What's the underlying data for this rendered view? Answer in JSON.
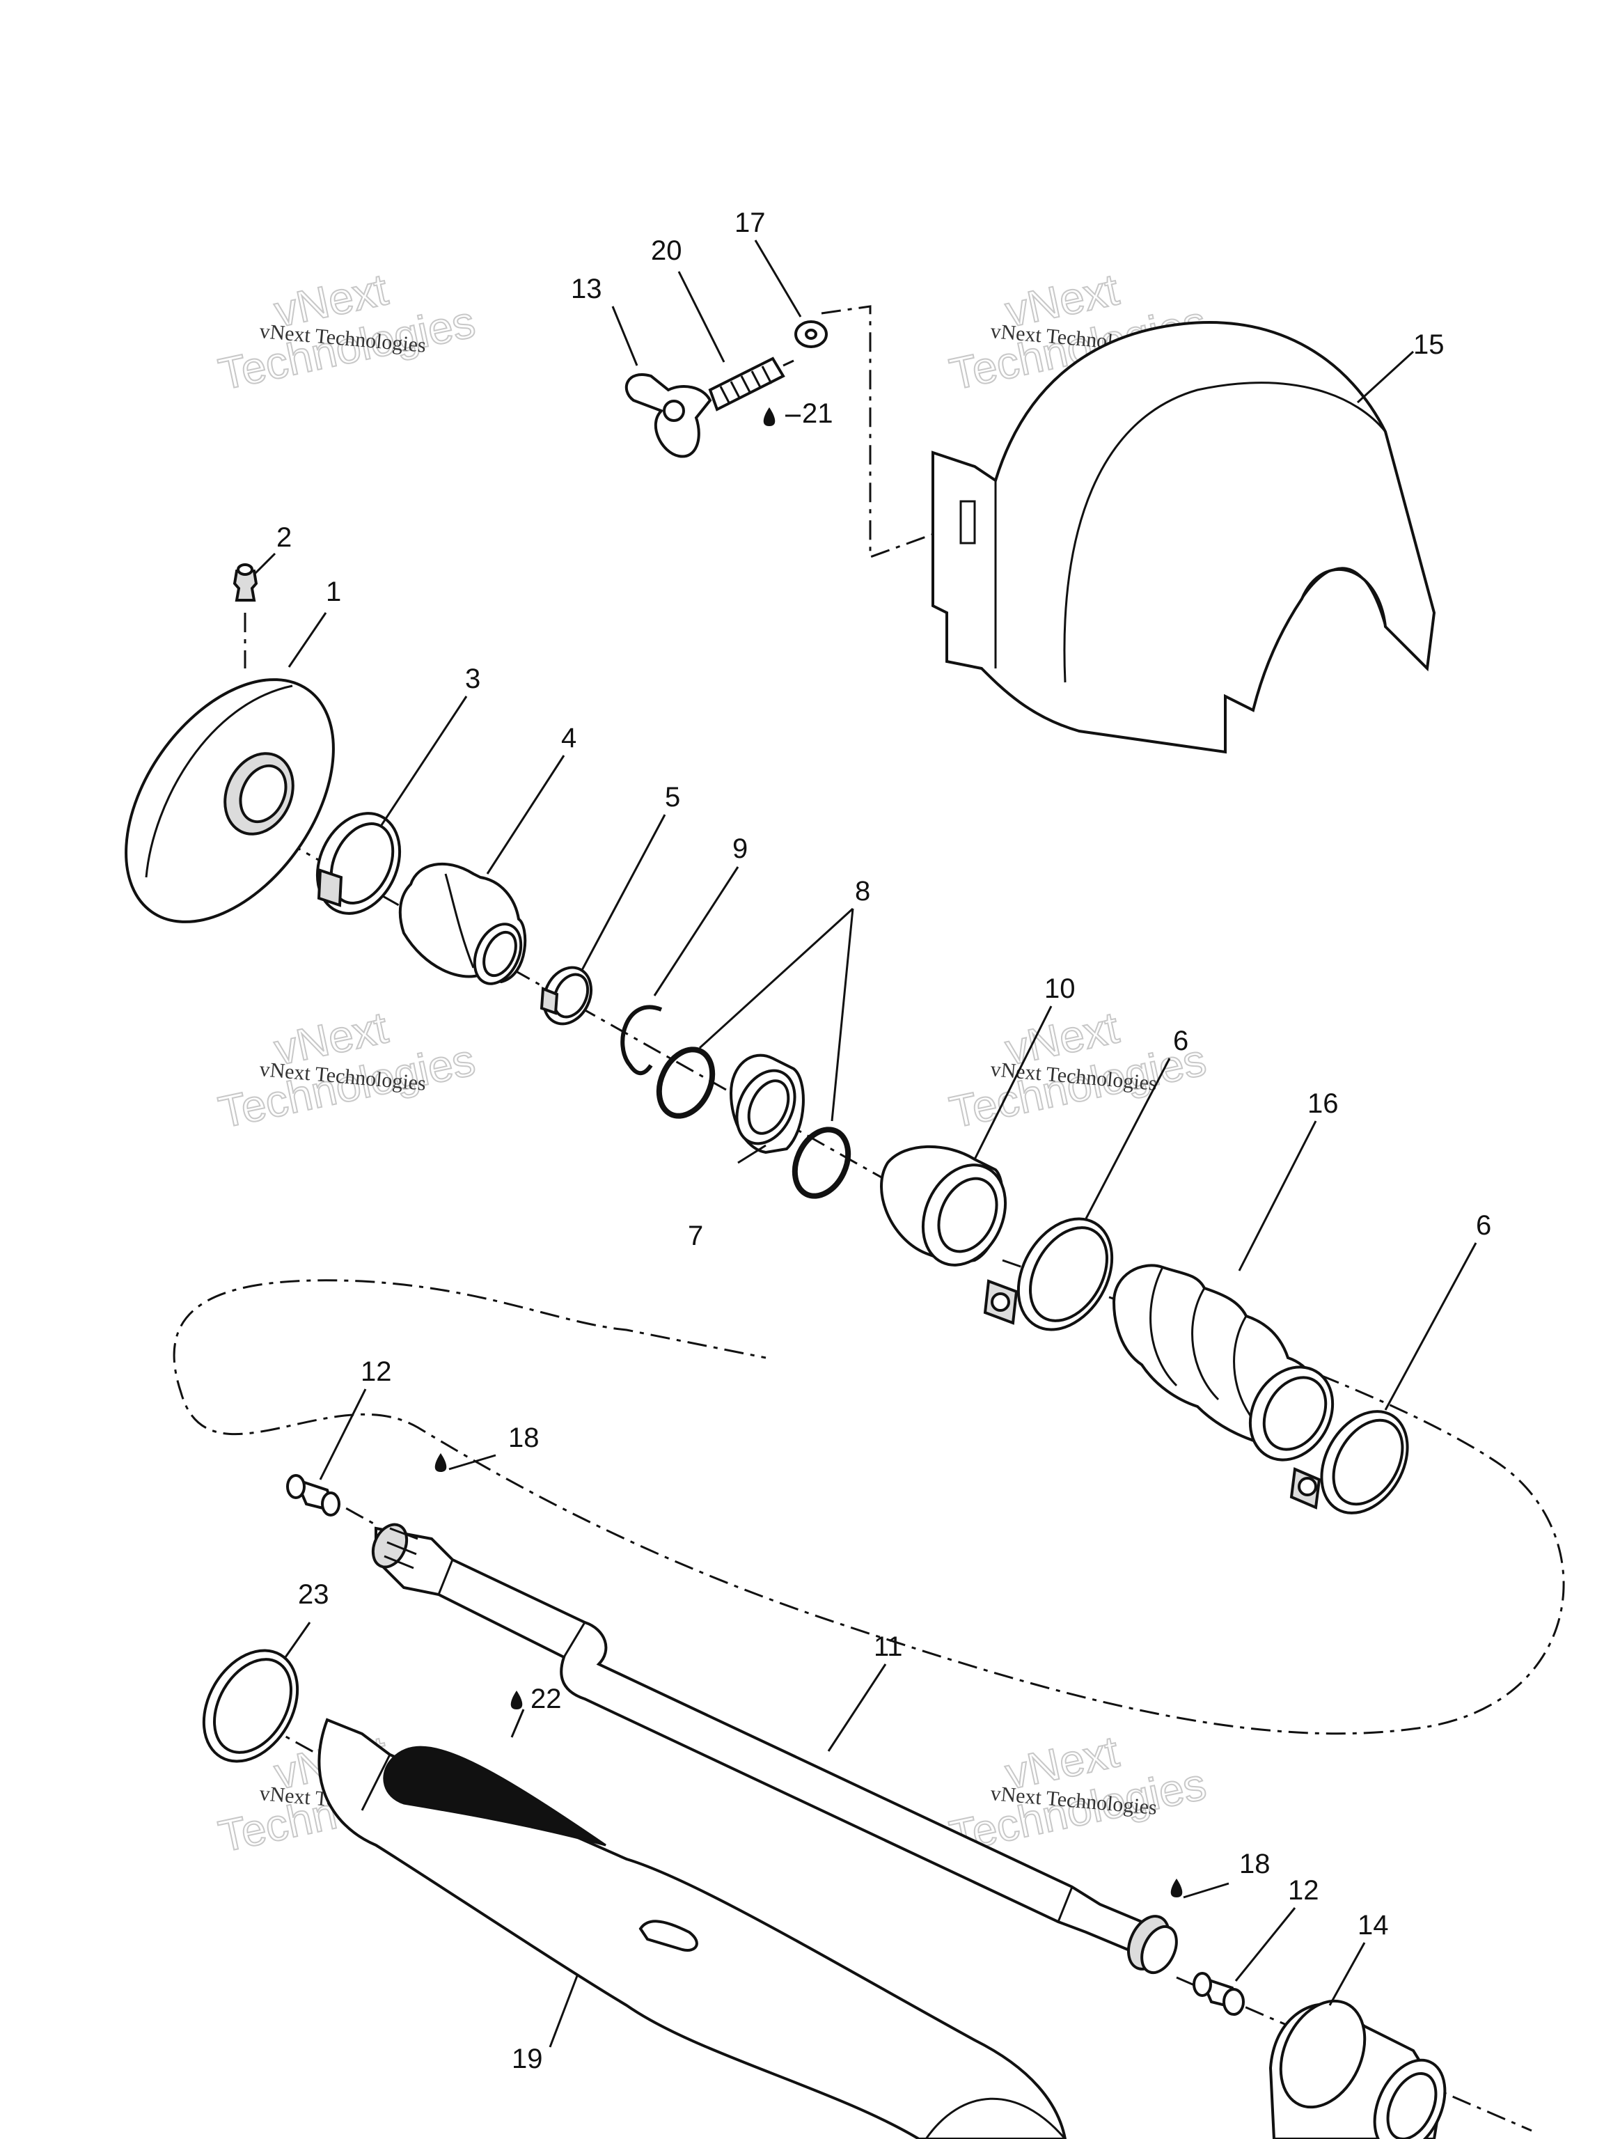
{
  "callouts": [
    {
      "id": "c1",
      "text": "1"
    },
    {
      "id": "c2",
      "text": "2"
    },
    {
      "id": "c3",
      "text": "3"
    },
    {
      "id": "c4",
      "text": "4"
    },
    {
      "id": "c5",
      "text": "5"
    },
    {
      "id": "c6a",
      "text": "6"
    },
    {
      "id": "c6b",
      "text": "6"
    },
    {
      "id": "c7",
      "text": "7"
    },
    {
      "id": "c8",
      "text": "8"
    },
    {
      "id": "c9",
      "text": "9"
    },
    {
      "id": "c10",
      "text": "10"
    },
    {
      "id": "c11",
      "text": "11"
    },
    {
      "id": "c12a",
      "text": "12"
    },
    {
      "id": "c12b",
      "text": "12"
    },
    {
      "id": "c13",
      "text": "13"
    },
    {
      "id": "c14",
      "text": "14"
    },
    {
      "id": "c15",
      "text": "15"
    },
    {
      "id": "c16",
      "text": "16"
    },
    {
      "id": "c17",
      "text": "17"
    },
    {
      "id": "c18a",
      "text": "18"
    },
    {
      "id": "c18b",
      "text": "18"
    },
    {
      "id": "c19",
      "text": "19"
    },
    {
      "id": "c20",
      "text": "20"
    },
    {
      "id": "c21",
      "text": "21"
    },
    {
      "id": "c22",
      "text": "22"
    },
    {
      "id": "c23",
      "text": "23"
    }
  ],
  "watermark": {
    "line1": "vNext",
    "line2": "Technologies",
    "small": "vNext Technologies"
  }
}
